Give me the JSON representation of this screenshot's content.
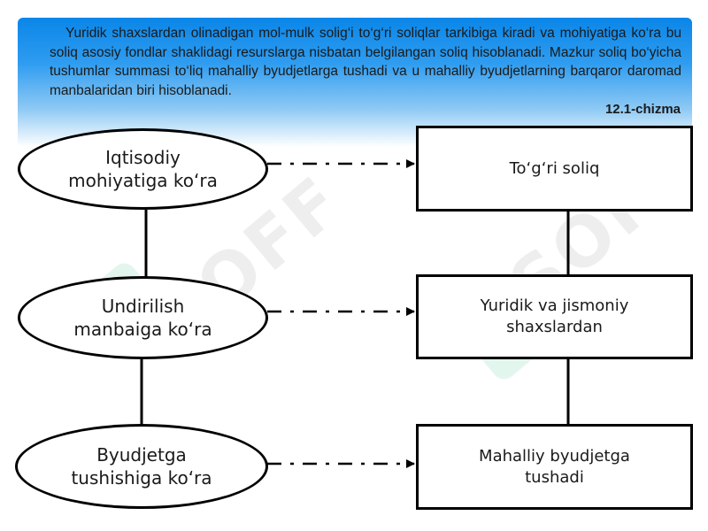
{
  "intro_text": "Yuridik shaxslardan olinadigan mol-mulk solig‘i to‘g‘ri soliqlar tarkibiga kiradi va mohiyatiga ko‘ra bu soliq asosiy fondlar shaklidagi resurslarga nisbatan belgilangan soliq hisoblanadi. Mazkur soliq bo‘yicha tushumlar summasi to‘liq mahalliy byudjetlarga tushadi va u mahalliy byudjetlarning barqaror daromad manbalaridan biri hisoblanadi.",
  "figure_label": "12.1-chizma",
  "criteria": [
    "Iqtisodiy\nmohiyatiga ko‘ra",
    "Undirilish\nmanbaiga ko‘ra",
    "Byudjetga\ntushishiga ko‘ra"
  ],
  "results": [
    "To‘g‘ri soliq",
    "Yuridik va jismoniy\nshaxslardan",
    "Mahalliy byudjetga\ntushadi"
  ],
  "watermark": "SOFF",
  "colors": {
    "banner_top": "#0a86e8",
    "banner_mid": "#8cc8f4",
    "line": "#000000",
    "watermark_green": "#50c88c"
  }
}
